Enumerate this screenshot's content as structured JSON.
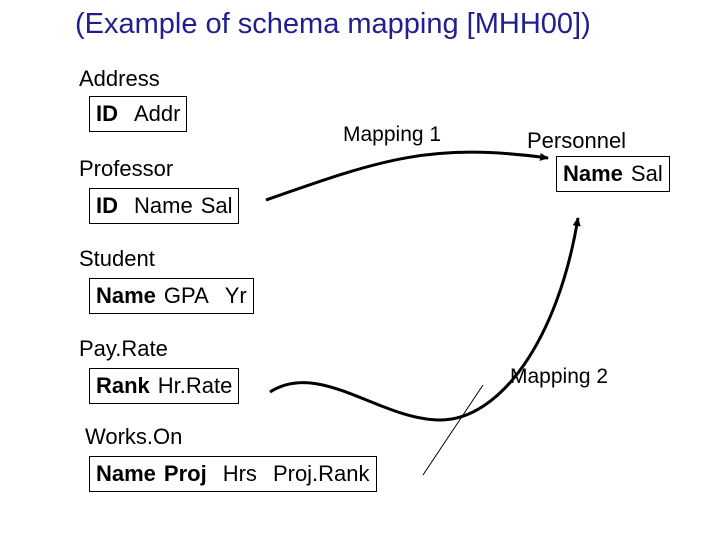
{
  "title": "(Example of schema mapping [MHH00])",
  "tables": [
    {
      "name": "Address",
      "columns": [
        {
          "label": "ID",
          "key": true
        },
        {
          "label": "Addr",
          "key": false
        }
      ]
    },
    {
      "name": "Professor",
      "columns": [
        {
          "label": "ID",
          "key": true
        },
        {
          "label": "Name",
          "key": false
        },
        {
          "label": "Sal",
          "key": false
        }
      ]
    },
    {
      "name": "Student",
      "columns": [
        {
          "label": "Name",
          "key": true
        },
        {
          "label": "GPA",
          "key": false
        },
        {
          "label": "Yr",
          "key": false
        }
      ]
    },
    {
      "name": "Pay.Rate",
      "columns": [
        {
          "label": "Rank",
          "key": true
        },
        {
          "label": "Hr.Rate",
          "key": false
        }
      ]
    },
    {
      "name": "Works.On",
      "columns": [
        {
          "label": "Name",
          "key": true
        },
        {
          "label": "Proj",
          "key": true
        },
        {
          "label": "Hrs",
          "key": false
        },
        {
          "label": "Proj.Rank",
          "key": false
        }
      ]
    }
  ],
  "target": {
    "name": "Personnel",
    "columns": [
      {
        "label": "Name",
        "key": true
      },
      {
        "label": "Sal",
        "key": false
      }
    ]
  },
  "mappings": [
    {
      "label": "Mapping 1"
    },
    {
      "label": "Mapping 2"
    }
  ]
}
